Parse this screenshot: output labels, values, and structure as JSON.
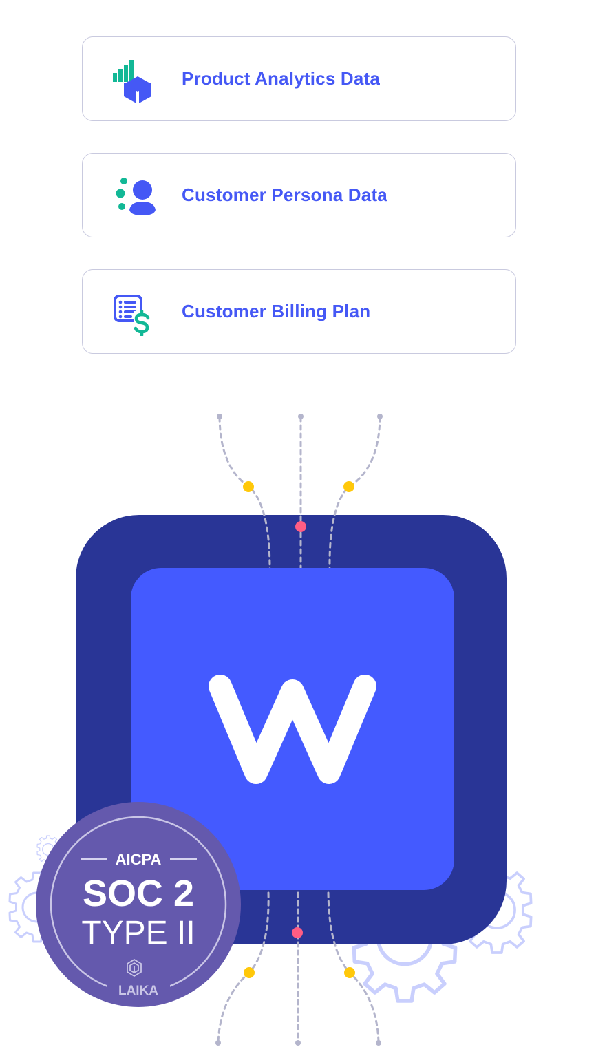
{
  "cards": [
    {
      "label": "Product Analytics Data",
      "icon": "analytics-box-icon"
    },
    {
      "label": "Customer Persona Data",
      "icon": "customer-persona-icon"
    },
    {
      "label": "Customer Billing Plan",
      "icon": "billing-plan-icon"
    }
  ],
  "logo": {
    "letter": "W",
    "outer_color": "#293596",
    "inner_color": "#445aff"
  },
  "badge": {
    "top": "AICPA",
    "main": "SOC 2",
    "sub": "TYPE II",
    "brand": "LAIKA",
    "color": "#6459ad"
  },
  "colors": {
    "accent": "#4558f5",
    "teal": "#12b896",
    "dot_yellow": "#ffc80a",
    "dot_pink": "#ff5d84",
    "line_gray": "#b4b5cc",
    "gear": "#c9cffd"
  }
}
